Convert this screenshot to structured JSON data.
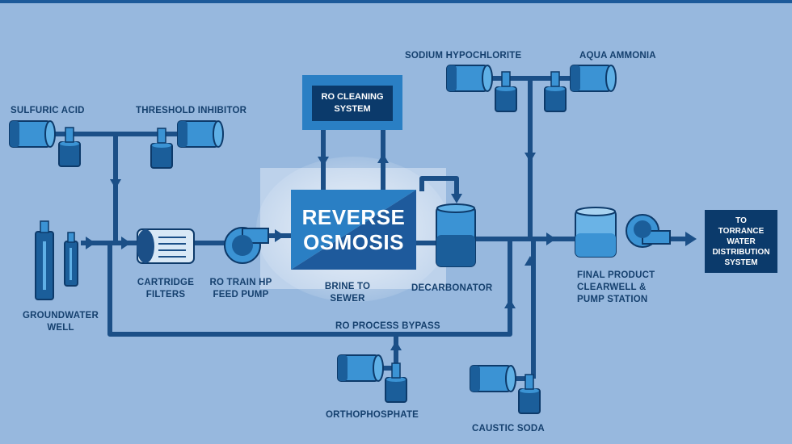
{
  "colors": {
    "background": "#97b8de",
    "pipe": "#1b4f87",
    "equipment_dark": "#1b5e9a",
    "equipment_light": "#3b93d4",
    "label_text": "#15406e",
    "ro_dark": "#1e5a9c",
    "ro_light": "#2a7fc4",
    "box_dark": "#0b3a6b"
  },
  "labels": {
    "sulfuric_acid": "SULFURIC ACID",
    "threshold_inhibitor": "THRESHOLD INHIBITOR",
    "sodium_hypochlorite": "SODIUM HYPOCHLORITE",
    "aqua_ammonia": "AQUA AMMONIA",
    "groundwater_well": [
      "GROUNDWATER",
      "WELL"
    ],
    "cartridge_filters": [
      "CARTRIDGE",
      "FILTERS"
    ],
    "ro_train_pump": [
      "RO TRAIN HP",
      "FEED PUMP"
    ],
    "brine_to_sewer": [
      "BRINE TO",
      "SEWER"
    ],
    "decarbonator": "DECARBONATOR",
    "final_product": [
      "FINAL PRODUCT",
      "CLEARWELL &",
      "PUMP STATION"
    ],
    "ro_process_bypass": "RO PROCESS BYPASS",
    "orthophosphate": "ORTHOPHOSPHATE",
    "caustic_soda": "CAUSTIC SODA"
  },
  "reverse_osmosis": [
    "REVERSE",
    "OSMOSIS"
  ],
  "ro_cleaning_system": [
    "RO CLEANING",
    "SYSTEM"
  ],
  "torrance_box": [
    "TO",
    "TORRANCE",
    "WATER",
    "DISTRIBUTION",
    "SYSTEM"
  ]
}
